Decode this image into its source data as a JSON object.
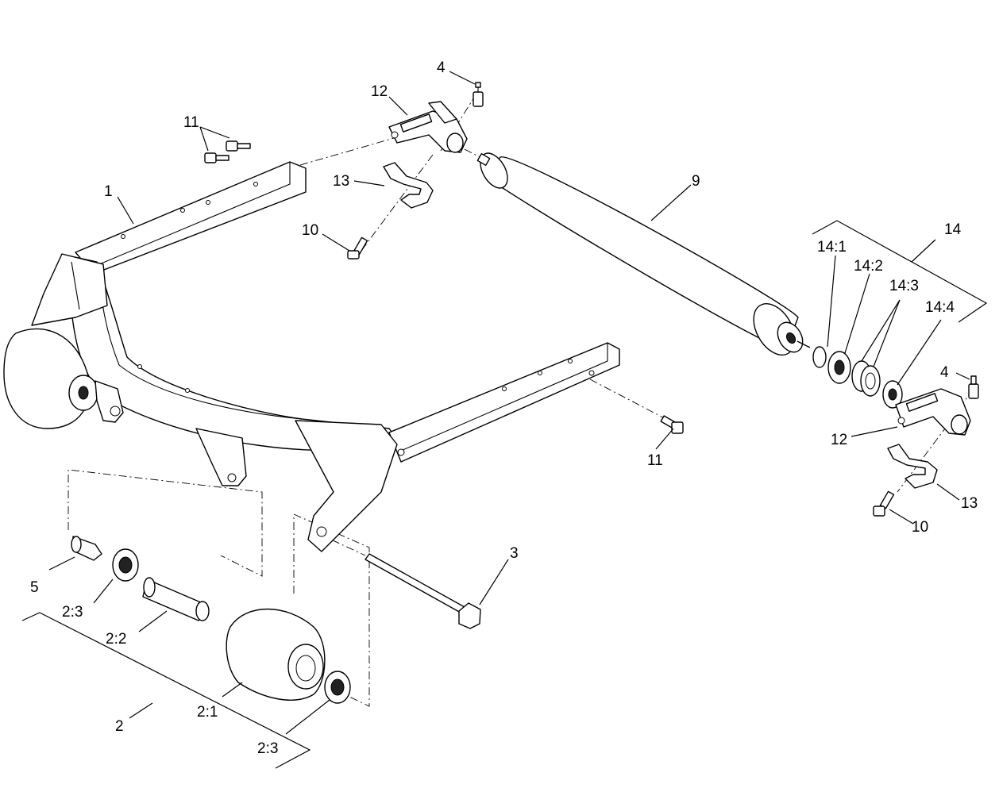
{
  "diagram": {
    "callouts": {
      "c1": "1",
      "c2": "2",
      "c2_1": "2:1",
      "c2_2": "2:2",
      "c2_3a": "2:3",
      "c2_3b": "2:3",
      "c3": "3",
      "c4a": "4",
      "c4b": "4",
      "c5": "5",
      "c9": "9",
      "c10a": "10",
      "c10b": "10",
      "c11a": "11",
      "c11b": "11",
      "c12a": "12",
      "c12b": "12",
      "c13a": "13",
      "c13b": "13",
      "c14": "14",
      "c14_1": "14:1",
      "c14_2": "14:2",
      "c14_3": "14:3",
      "c14_4": "14:4"
    }
  }
}
